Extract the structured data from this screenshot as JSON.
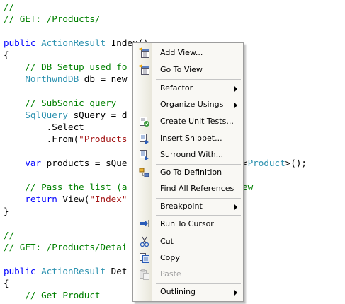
{
  "code": {
    "l1": "//",
    "l2": "// GET: /Products/",
    "l3_kw": "public",
    "l3_ty": "ActionResult",
    "l3_tx": "Index()",
    "l4": "{",
    "l5": "// DB Setup used fo",
    "l6_ty": "NorthwndDB",
    "l6_tx": " db = new",
    "l7": "// SubSonic query",
    "l8_ty": "SqlQuery",
    "l8_tx": " sQuery = d",
    "l9": ".Select",
    "l10_a": ".From(",
    "l10_s": "\"Products",
    "l11_kw": "var",
    "l11_tx": " products = sQue",
    "l11_end_a": "<",
    "l11_end_ty": "Product",
    "l11_end_b": ">();",
    "l12_cm": "// Pass the list (a",
    "l12_end": "ew",
    "l13_kw": "return",
    "l13_tx": " View(",
    "l13_s": "\"Index\"",
    "l14": "}",
    "l15": "//",
    "l16": "// GET: /Products/Detai",
    "l17_kw": "public",
    "l17_ty": "ActionResult",
    "l17_tx": " Det",
    "l18": "{",
    "l19": "// Get Product"
  },
  "menu": {
    "items": [
      {
        "label": "Add View...",
        "icon": "add-view-icon"
      },
      {
        "label": "Go To View",
        "icon": "go-to-view-icon"
      },
      {
        "label": "Refactor",
        "submenu": true
      },
      {
        "label": "Organize Usings",
        "submenu": true
      },
      {
        "label": "Create Unit Tests...",
        "icon": "unit-test-icon"
      },
      {
        "label": "Insert Snippet...",
        "icon": "insert-snippet-icon"
      },
      {
        "label": "Surround With...",
        "icon": "surround-with-icon"
      },
      {
        "label": "Go To Definition",
        "icon": "go-to-definition-icon"
      },
      {
        "label": "Find All References"
      },
      {
        "label": "Breakpoint",
        "submenu": true
      },
      {
        "label": "Run To Cursor",
        "icon": "run-to-cursor-icon"
      },
      {
        "label": "Cut",
        "icon": "scissors-icon"
      },
      {
        "label": "Copy",
        "icon": "copy-icon"
      },
      {
        "label": "Paste",
        "icon": "paste-icon",
        "disabled": true
      },
      {
        "label": "Outlining",
        "submenu": true
      }
    ]
  }
}
